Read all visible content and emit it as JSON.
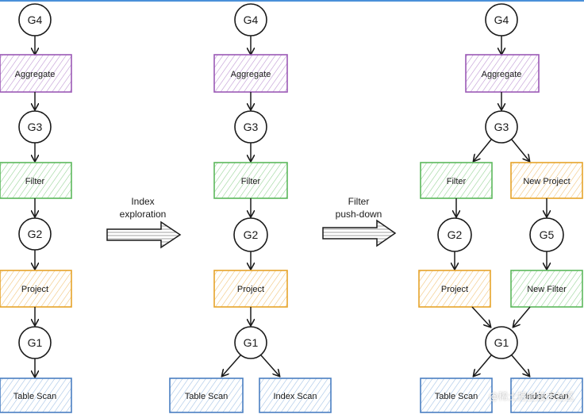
{
  "colors": {
    "purple": "#9b59b6",
    "green": "#5cb85c",
    "orange": "#e6a32a",
    "blue": "#4a7fc1",
    "stroke": "#1a1a1a"
  },
  "left": {
    "g4": "G4",
    "aggregate": "Aggregate",
    "g3": "G3",
    "filter": "Filter",
    "g2": "G2",
    "project": "Project",
    "g1": "G1",
    "table_scan": "Table Scan"
  },
  "arrow1": {
    "line1": "Index",
    "line2": "exploration"
  },
  "middle": {
    "g4": "G4",
    "aggregate": "Aggregate",
    "g3": "G3",
    "filter": "Filter",
    "g2": "G2",
    "project": "Project",
    "g1": "G1",
    "table_scan": "Table Scan",
    "index_scan": "Index Scan"
  },
  "arrow2": {
    "line1": "Filter",
    "line2": "push-down"
  },
  "right": {
    "g4": "G4",
    "aggregate": "Aggregate",
    "g3": "G3",
    "filter": "Filter",
    "new_project": "New Project",
    "g2": "G2",
    "g5": "G5",
    "project": "Project",
    "new_filter": "New Filter",
    "g1": "G1",
    "table_scan": "Table Scan",
    "index_scan": "Index Scan"
  },
  "watermark": "@稀土掘金技术社区"
}
